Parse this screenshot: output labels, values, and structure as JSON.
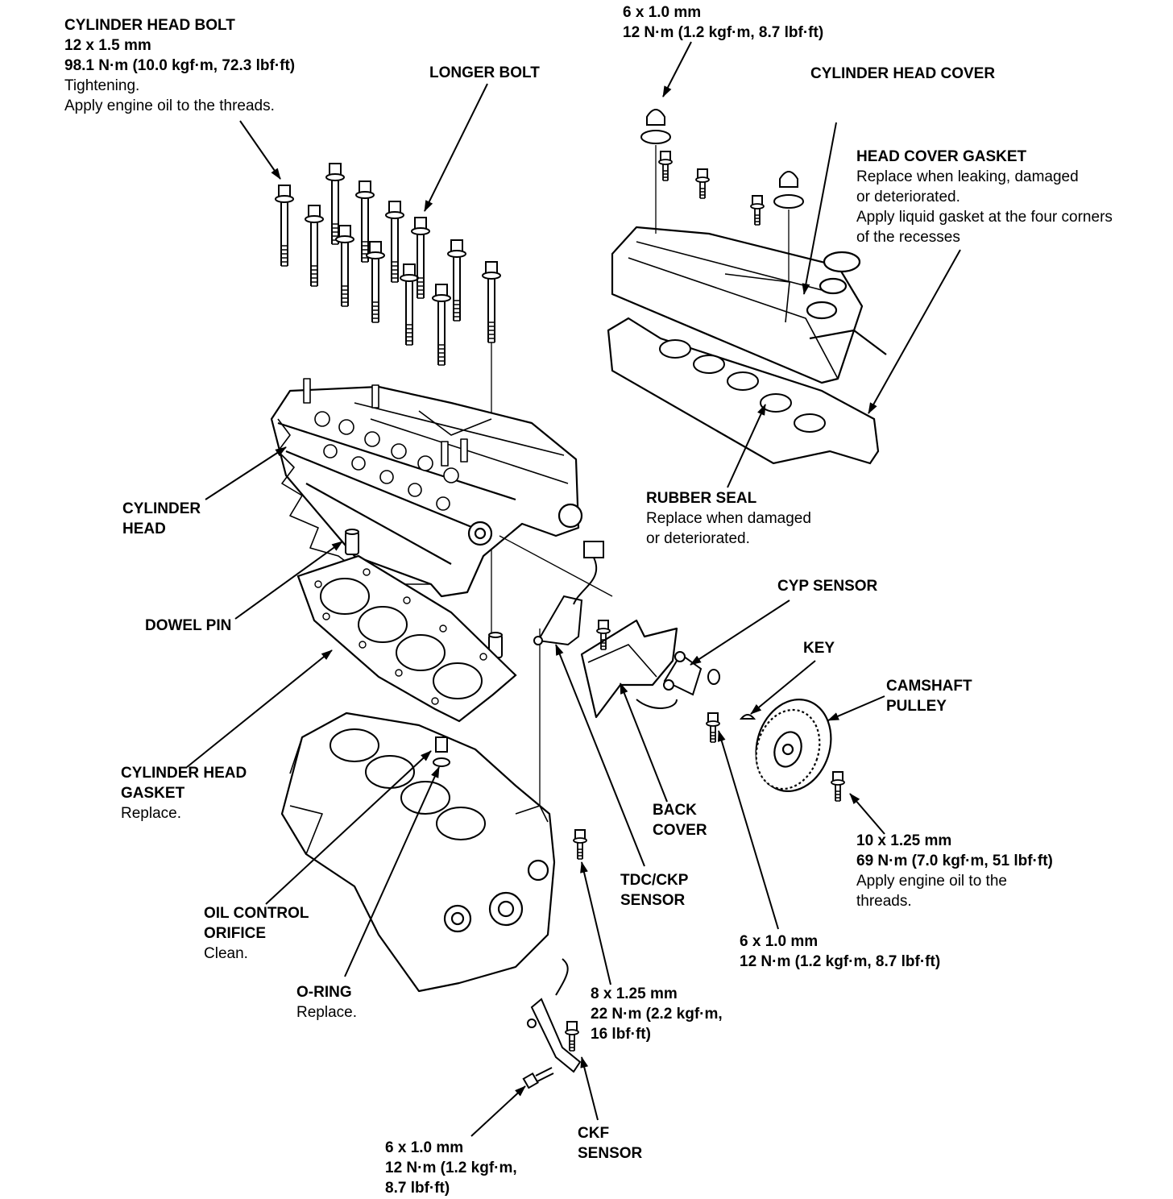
{
  "callouts": {
    "cylinder_head_bolt": {
      "title": "CYLINDER HEAD BOLT",
      "bold_lines": [
        "12 x 1.5 mm",
        "98.1 N·m (10.0 kgf·m, 72.3 lbf·ft)"
      ],
      "notes": [
        "Tightening.",
        "Apply engine oil to the threads."
      ]
    },
    "longer_bolt": {
      "title": "LONGER BOLT"
    },
    "cover_nut_spec": {
      "bold_lines": [
        "6 x 1.0 mm",
        "12 N·m (1.2 kgf·m, 8.7 lbf·ft)"
      ]
    },
    "cylinder_head_cover": {
      "title": "CYLINDER HEAD COVER"
    },
    "head_cover_gasket": {
      "title": "HEAD COVER GASKET",
      "notes": [
        "Replace when leaking, damaged",
        "or deteriorated.",
        "Apply liquid gasket at the four corners",
        "of the recesses"
      ]
    },
    "cylinder_head": {
      "title_lines": [
        "CYLINDER",
        "HEAD"
      ]
    },
    "rubber_seal": {
      "title": "RUBBER SEAL",
      "notes": [
        "Replace when damaged",
        "or deteriorated."
      ]
    },
    "cyp_sensor": {
      "title": "CYP SENSOR"
    },
    "dowel_pin": {
      "title": "DOWEL PIN"
    },
    "key": {
      "title": "KEY"
    },
    "camshaft_pulley": {
      "title_lines": [
        "CAMSHAFT",
        "PULLEY"
      ]
    },
    "cylinder_head_gasket": {
      "title_lines": [
        "CYLINDER HEAD",
        "GASKET"
      ],
      "notes": [
        "Replace."
      ]
    },
    "back_cover": {
      "title_lines": [
        "BACK",
        "COVER"
      ]
    },
    "pulley_bolt_spec": {
      "bold_lines": [
        "10 x 1.25 mm",
        "69 N·m (7.0 kgf·m, 51 lbf·ft)"
      ],
      "notes": [
        "Apply engine oil to the",
        "threads."
      ]
    },
    "tdc_ckp_sensor": {
      "title_lines": [
        "TDC/CKP",
        "SENSOR"
      ]
    },
    "oil_control_orifice": {
      "title_lines": [
        "OIL CONTROL",
        "ORIFICE"
      ],
      "notes": [
        "Clean."
      ]
    },
    "cyp_bolt_spec": {
      "bold_lines": [
        "6 x 1.0 mm",
        "12 N·m (1.2 kgf·m, 8.7 lbf·ft)"
      ]
    },
    "o_ring": {
      "title": "O-RING",
      "notes": [
        "Replace."
      ]
    },
    "block_bolt_spec": {
      "bold_lines": [
        "8 x 1.25 mm",
        "22 N·m (2.2 kgf·m,",
        "16 lbf·ft)"
      ]
    },
    "ckf_sensor": {
      "title_lines": [
        "CKF",
        "SENSOR"
      ]
    },
    "ckf_bolt_spec": {
      "bold_lines": [
        "6 x 1.0 mm",
        "12 N·m (1.2 kgf·m,",
        "8.7 lbf·ft)"
      ]
    }
  }
}
